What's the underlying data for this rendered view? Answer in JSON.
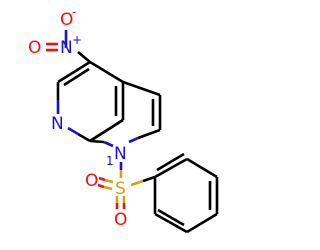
{
  "molecule": {
    "atoms": {
      "nitro_n": {
        "symbol": "N",
        "charge": "+",
        "color": "#1c12c9"
      },
      "nitro_o_top": {
        "symbol": "O",
        "charge": "-",
        "color": "#e8160f"
      },
      "nitro_o_left": {
        "symbol": "O",
        "color": "#e8160f"
      },
      "pyridine_n": {
        "symbol": "N",
        "color": "#1c12c9"
      },
      "pyrrole_n": {
        "symbol": "N",
        "number": "1",
        "color": "#1c12c9"
      },
      "sulfur": {
        "symbol": "S",
        "color": "#c9a514"
      },
      "sulfonyl_o_left": {
        "symbol": "O",
        "color": "#e8160f"
      },
      "sulfonyl_o_bottom": {
        "symbol": "O",
        "color": "#e8160f"
      }
    },
    "colors": {
      "bond": "#000000",
      "oxygen": "#e8160f",
      "nitrogen": "#1c12c9",
      "sulfur": "#c9a514"
    }
  }
}
